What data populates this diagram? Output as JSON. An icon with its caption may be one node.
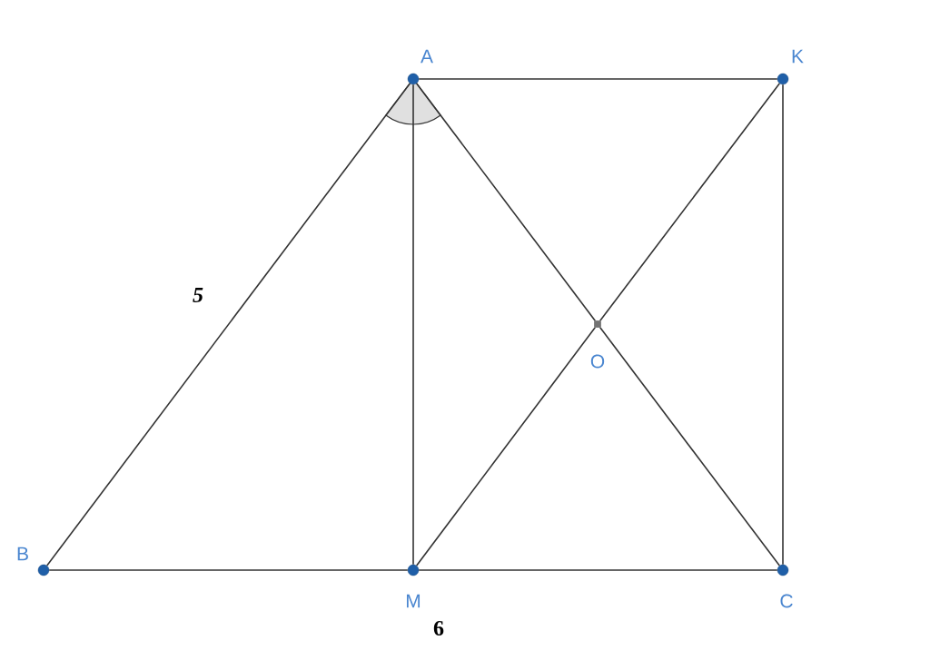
{
  "diagram": {
    "nodes": [
      {
        "text": [
          "A"
        ]
      },
      {
        "text": [
          "K"
        ]
      },
      {
        "text": [
          "O"
        ]
      },
      {
        "text": [
          "B"
        ]
      },
      {
        "text": [
          "M"
        ]
      },
      {
        "text": [
          "C"
        ]
      }
    ],
    "edges": [
      {
        "from": 0,
        "to": 1,
        "arrow": "none"
      },
      {
        "from": 0,
        "to": 3,
        "arrow": "none",
        "label": "5"
      },
      {
        "from": 0,
        "to": 4,
        "arrow": "none"
      },
      {
        "from": 0,
        "to": 2,
        "arrow": "none"
      },
      {
        "from": 2,
        "to": 5,
        "arrow": "none"
      },
      {
        "from": 1,
        "to": 2,
        "arrow": "none"
      },
      {
        "from": 2,
        "to": 4,
        "arrow": "none"
      },
      {
        "from": 1,
        "to": 5,
        "arrow": "none"
      },
      {
        "from": 3,
        "to": 4,
        "arrow": "none"
      },
      {
        "from": 4,
        "to": 5,
        "arrow": "none"
      }
    ],
    "labels": [
      "6"
    ]
  }
}
